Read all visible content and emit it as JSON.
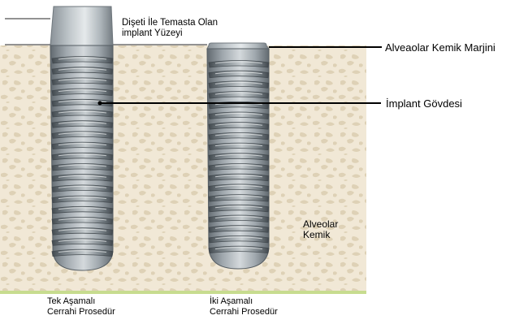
{
  "labels": {
    "implant_surface": [
      "Dişeti İle Temasta Olan",
      "implant Yüzeyi"
    ],
    "bone_margin": "Alveaolar Kemik Marjini",
    "implant_body": "İmplant Gövdesi",
    "alveolar_bone": [
      "Alveolar",
      "Kemik"
    ],
    "single_stage": [
      "Tek Aşamalı",
      "Cerrahi Prosedür"
    ],
    "two_stage": [
      "İki Aşamalı",
      "Cerrahi Prosedür"
    ]
  },
  "colors": {
    "bone_background": "#f0e7d3",
    "bone_pores": "#d5c5a3",
    "implant_light": "#d4d9dc",
    "implant_mid": "#9fa7ad",
    "implant_dark": "#626a70",
    "implant_edge": "#3f464b",
    "green_line": "#c7dc8f",
    "leader_line": "#000000"
  }
}
